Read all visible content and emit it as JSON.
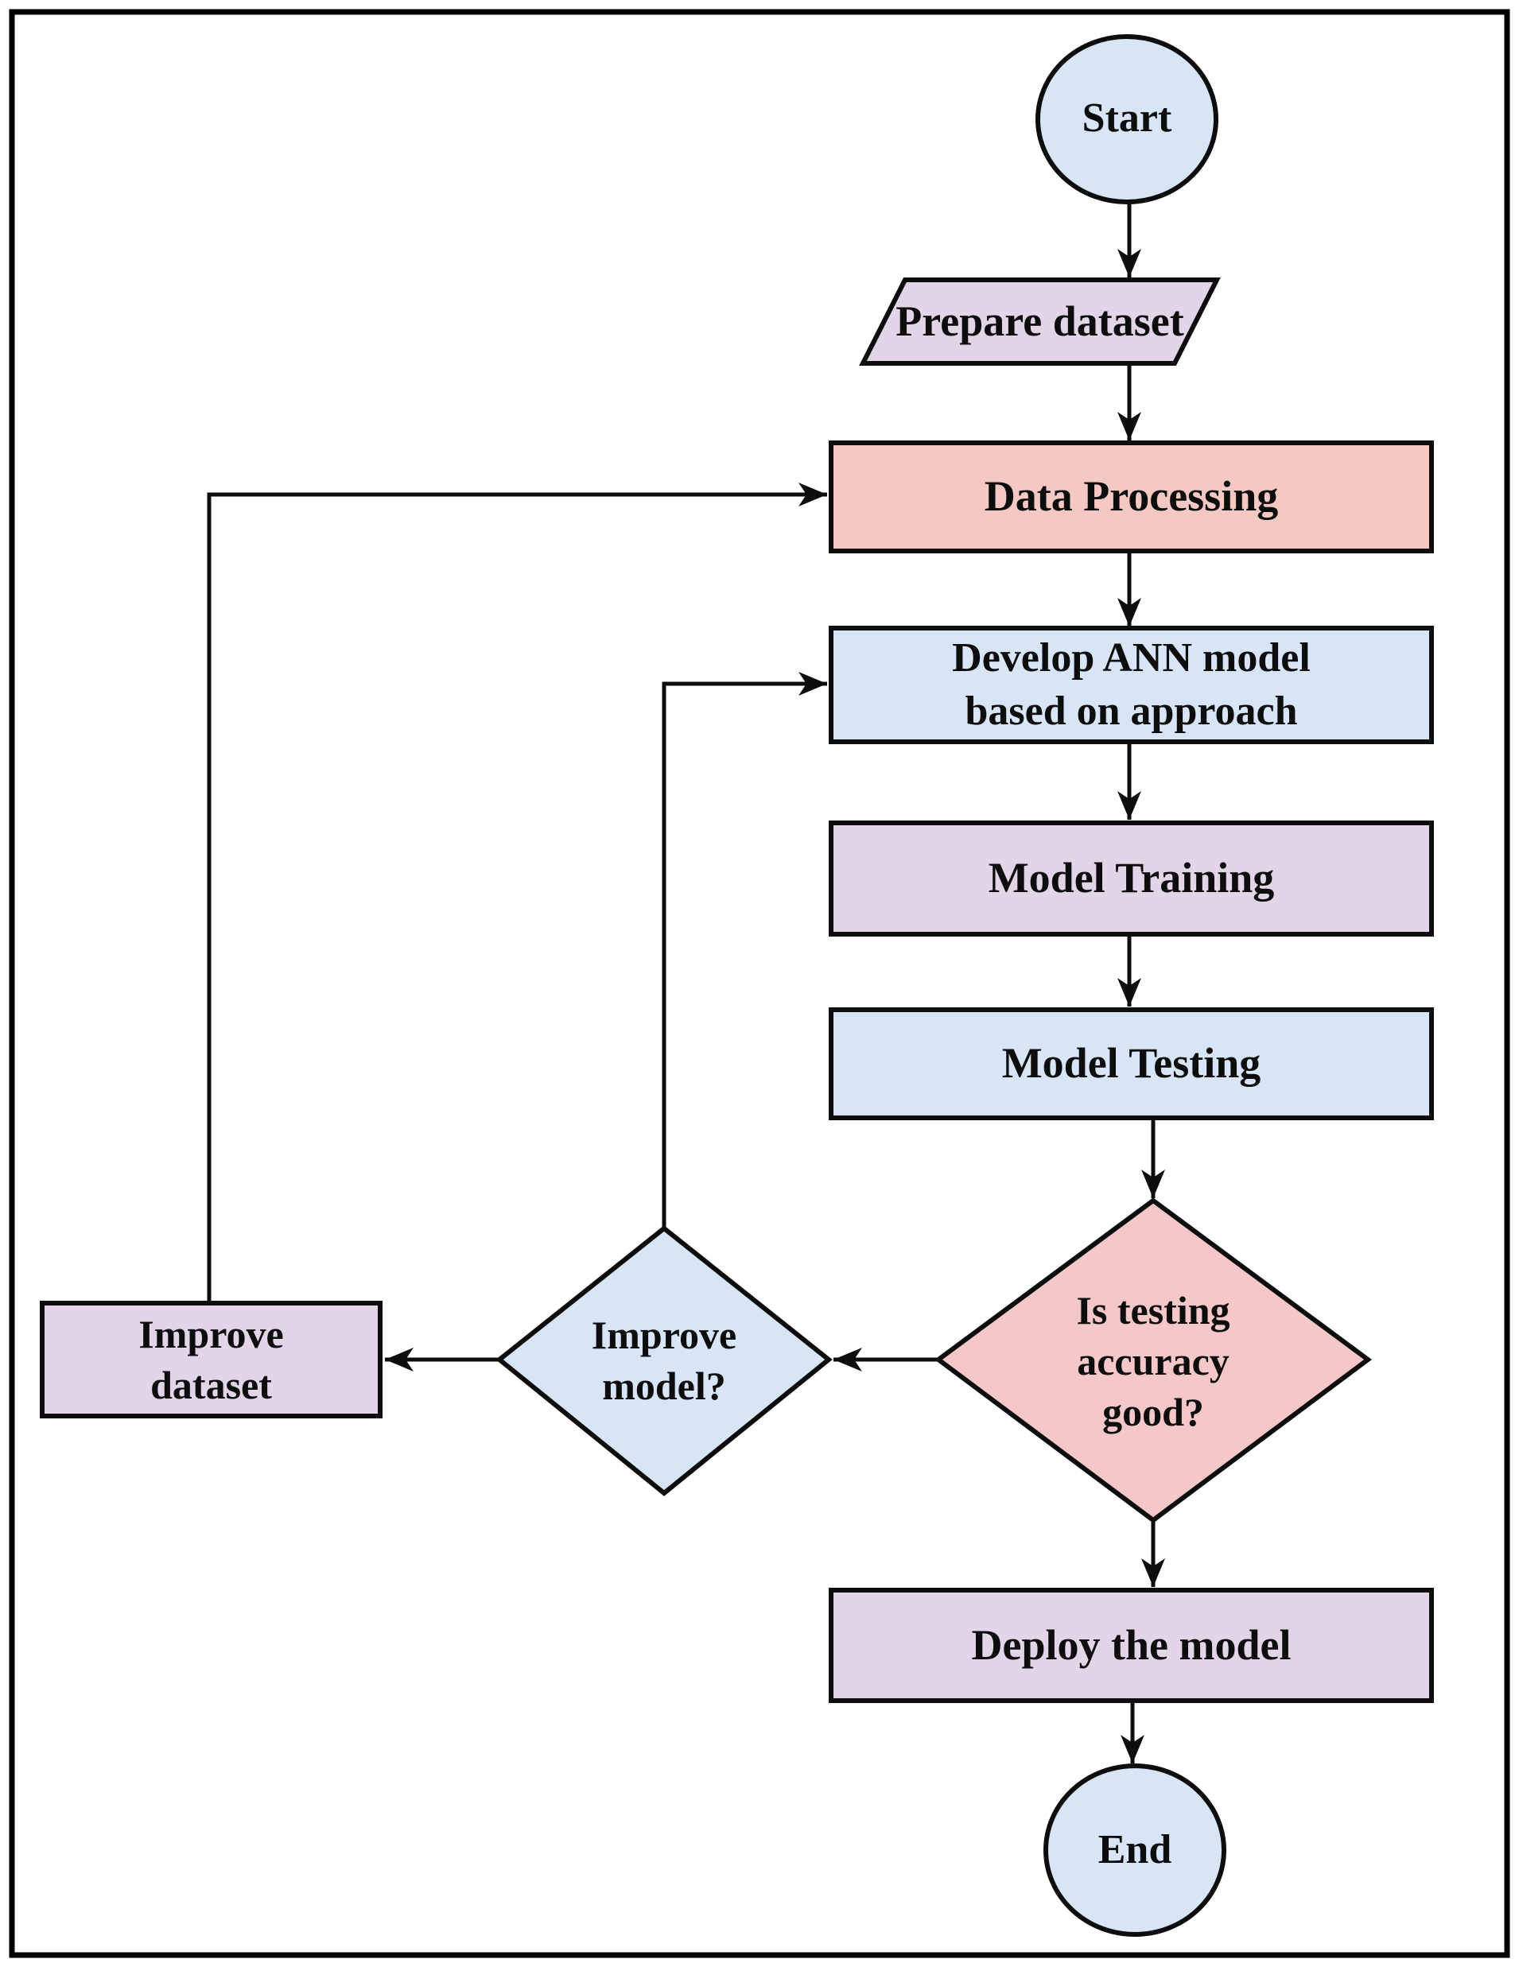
{
  "colors": {
    "background": "#ffffff",
    "outline": "#0d0d0d",
    "light_blue": "#d8e5f7",
    "lavender": "#e2d5e7",
    "pink_box": "#f5c9c3",
    "pink_diamond": "#f4c7c9"
  },
  "nodes": {
    "start": {
      "label": "Start"
    },
    "prepare_dataset": {
      "label": "Prepare dataset"
    },
    "data_processing": {
      "label": "Data Processing"
    },
    "develop_ann": {
      "label": "Develop ANN model\nbased on approach"
    },
    "model_training": {
      "label": "Model Training"
    },
    "model_testing": {
      "label": "Model Testing"
    },
    "accuracy_decision": {
      "label": "Is testing\naccuracy\ngood?"
    },
    "improve_model_decision": {
      "label": "Improve\nmodel?"
    },
    "improve_dataset": {
      "label": "Improve\ndataset"
    },
    "deploy_model": {
      "label": "Deploy the model"
    },
    "end": {
      "label": "End"
    }
  }
}
